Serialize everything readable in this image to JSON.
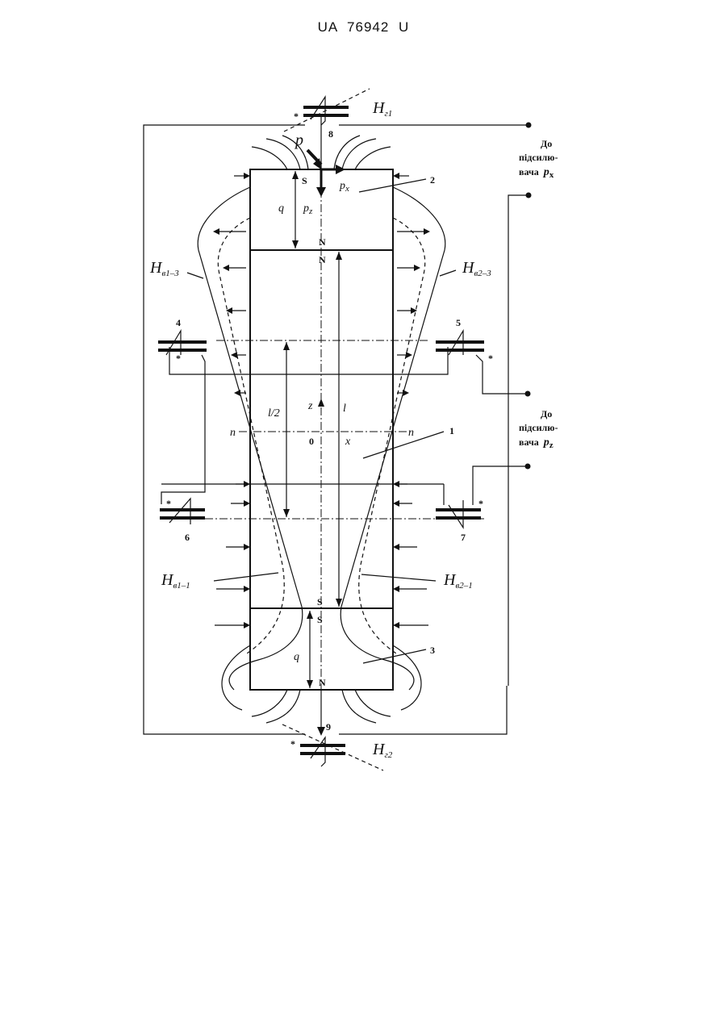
{
  "header": {
    "doc_number": "UA   76942   U"
  },
  "labels": {
    "hg1": "H",
    "hg1_sub": "г1",
    "hg2": "H",
    "hg2_sub": "г2",
    "hv13": "H",
    "hv13_sub": "в1–3",
    "hv23": "H",
    "hv23_sub": "в2–3",
    "hv11": "H",
    "hv11_sub": "в1–1",
    "hv21": "H",
    "hv21_sub": "в2–1",
    "p": "p",
    "px": "p",
    "px_sub": "x",
    "pz": "p",
    "pz_sub": "z",
    "num_1": "1",
    "num_2": "2",
    "num_3": "3",
    "num_4": "4",
    "num_5": "5",
    "num_6": "6",
    "num_7": "7",
    "num_8": "8",
    "num_9": "9",
    "S_top": "S",
    "N_mid1": "N",
    "N_mid2": "N",
    "S_mid1": "S",
    "S_mid2": "S",
    "N_bottom": "N",
    "q_top": "q",
    "q_bottom": "q",
    "l_half": "l/2",
    "l": "l",
    "z": "z",
    "x": "x",
    "zero": "0",
    "n_left": "n",
    "n_right": "n",
    "star": "*"
  },
  "amp_x": {
    "line1": "До",
    "line2": "підсилю-",
    "line3": "вача",
    "var": "p",
    "var_sub": "x"
  },
  "amp_z": {
    "line1": "До",
    "line2": "підсилю-",
    "line3": "вача",
    "var": "p",
    "var_sub": "z"
  }
}
